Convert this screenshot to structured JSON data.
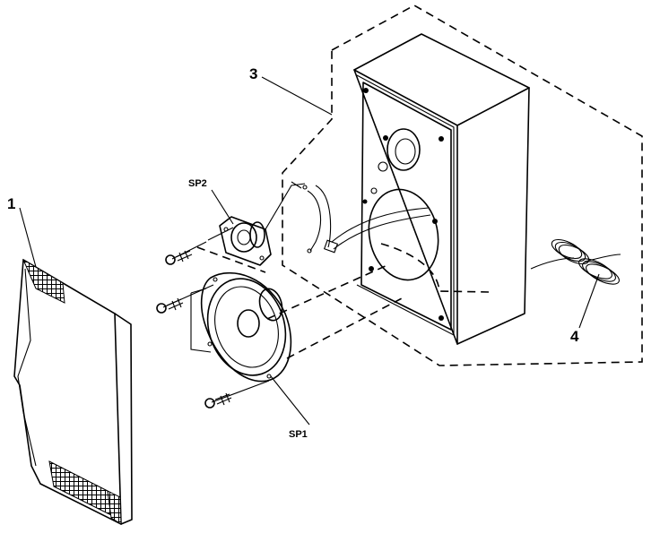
{
  "callouts": {
    "grille": "1",
    "cabinet": "3",
    "cable": "4",
    "tweeter": "SP2",
    "woofer": "SP1"
  },
  "colors": {
    "ink": "#000000",
    "paper": "#ffffff"
  }
}
